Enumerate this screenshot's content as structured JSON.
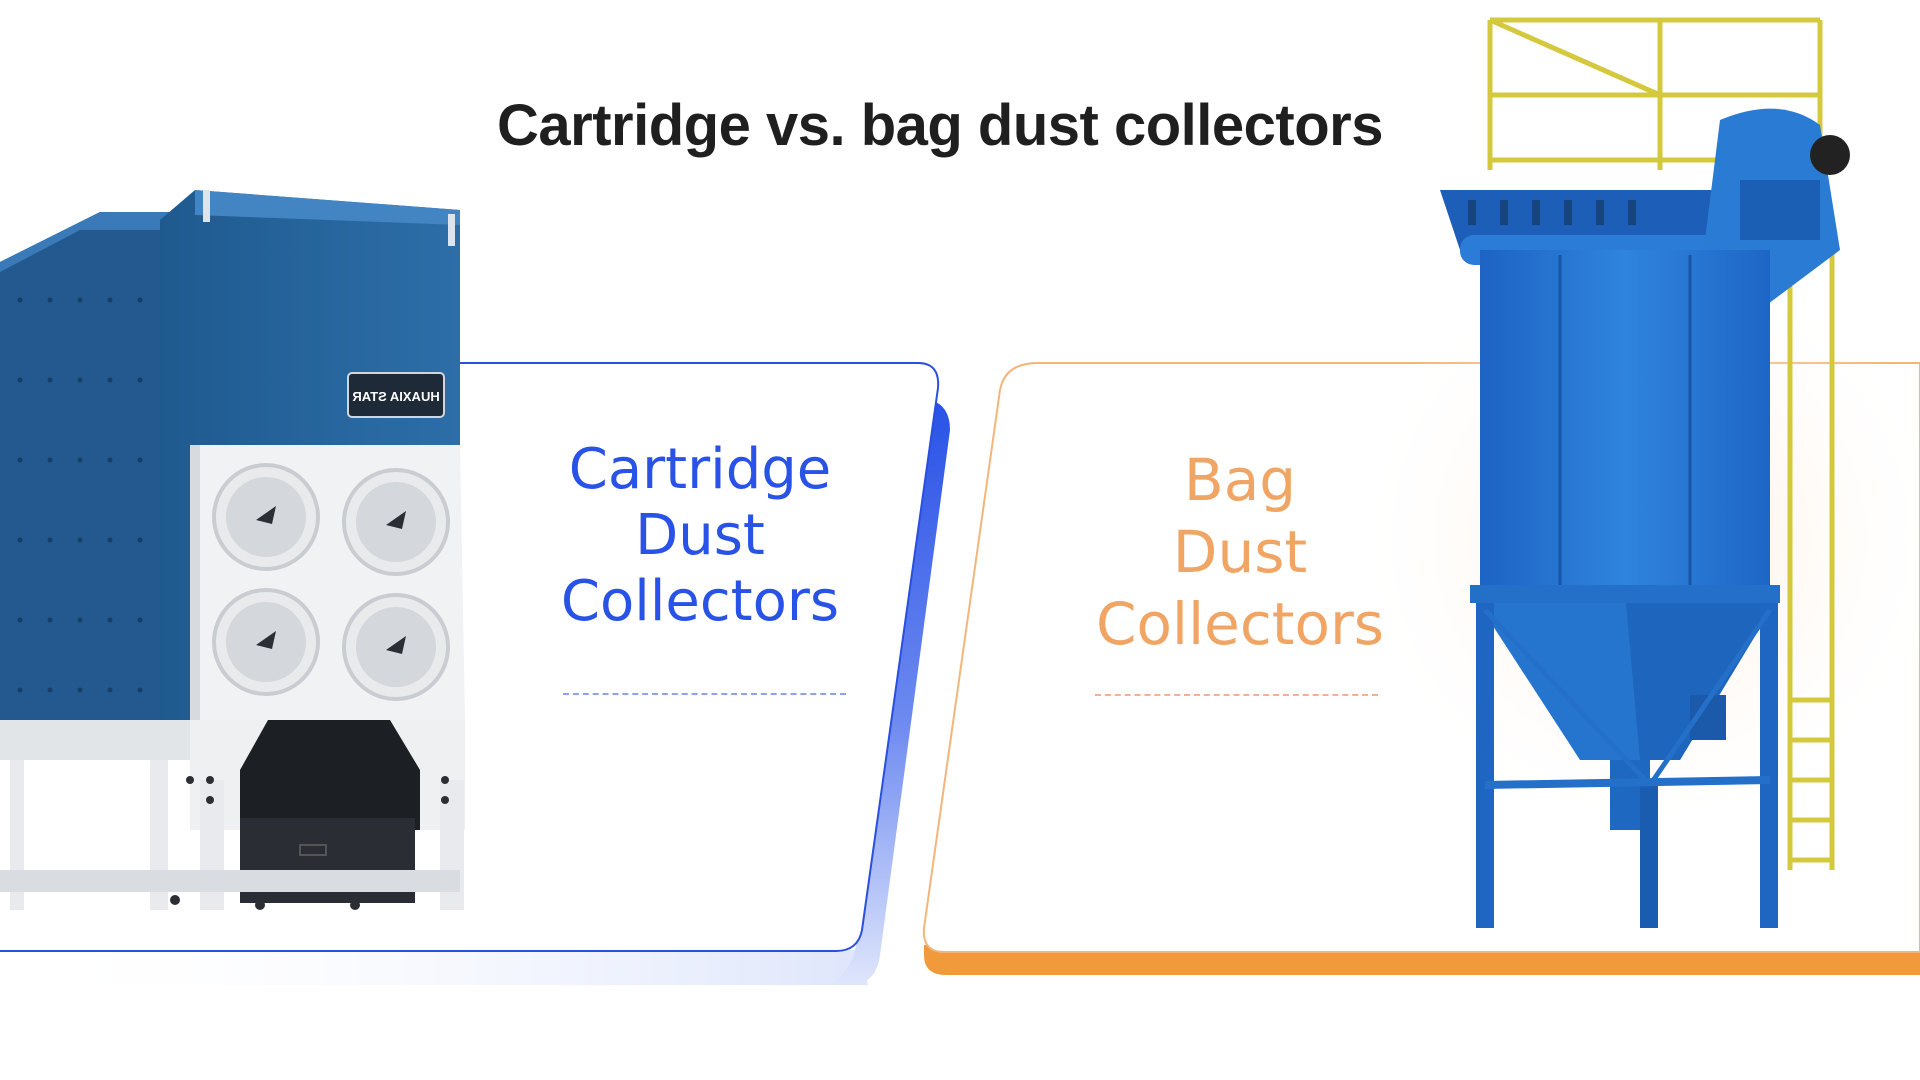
{
  "title": "Cartridge vs. bag dust collectors",
  "cards": {
    "cartridge": {
      "lines": [
        "Cartridge",
        "Dust",
        "Collectors"
      ],
      "accent": "#2952e6",
      "image": {
        "brand_plate": "HUAXIA STAR"
      }
    },
    "bag": {
      "lines": [
        "Bag",
        "Dust",
        "Collectors"
      ],
      "accent": "#f0a564"
    }
  }
}
